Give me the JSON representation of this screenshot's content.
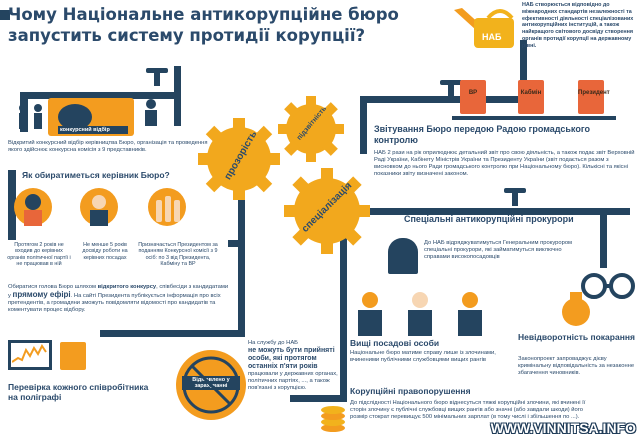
{
  "title": {
    "line1": "Чому Національне антикорупційне бюро",
    "line2": "запустить систему протидії корупції?"
  },
  "nab_caption": "НАБ створюється відповідно до міжнародних стандартів незалежності та ефективності діяльності спеціалізованих антикорупційних інституцій, а також найкращого світового досвіду створення органів протидії корупції на державному рівні.",
  "watering_can_label": "НАБ",
  "competition": {
    "screen_label": "конкурсний відбір",
    "text": "Відкритий конкурсний відбір керівництва Бюро, організація та проведення якого здійснює конкурсна комісія з 9 представників."
  },
  "director": {
    "heading": "Як обиратиметься керівник Бюро?",
    "criteria": [
      "Протягом 2 років не входив до керівних органів політичної партії і не працював в ній",
      "Не менше 5 років досвіду роботи на керівних посадах",
      "Призначається Президентом за поданням Конкурсної комісії з 9 осіб: по 3 від Президента, Кабміну та ВР"
    ],
    "text_before": "Обиратися голова Бюро шляхом ",
    "text_highlight1": "відкритого конкурсу",
    "text_mid": ", співбесіди з кандидатами у ",
    "text_highlight2": "прямому ефірі",
    "text_after": ". На сайті Президента публікується інформація про всіх претендентів, а громадяни зможуть повідомляти відомості про кандидатів та коментувати процес відбору."
  },
  "gears": {
    "transparency": "прозорість",
    "accountability": "підзвітність",
    "specialization": "спеціалізація"
  },
  "books": [
    "ВР",
    "Кабмін",
    "Президент"
  ],
  "report": {
    "heading": "Звітування Бюро передою Радою громадського контролю",
    "text": "НАБ 2 рази на рік оприлюднює детальний звіт про свою діяльність, а також подає звіт Верховній Раді України, Кабінету Міністрів України та Президенту України (звіт подається разом з висновком до нього Ради громадського контролю при Національному бюро). Кількісні та якісні показники звіту визначені законом."
  },
  "prosecutors": {
    "heading": "Спеціальні антикорупційні прокурори",
    "text": "До НАБ відряджуватимуться Генеральним прокурором спеціальні прокурори, які займатимуться виключно справами високопосадовців"
  },
  "officials": {
    "heading": "Вищі посадові особи",
    "text": "Національне бюро матиме справу лише із злочинами, вчиненими публічними службовцями вищих рангів"
  },
  "punishment": {
    "heading": "Невідворотність покарання",
    "text": "Законопроект запроваджує дієву кримінальну відповідальність за незаконне збагачення чиновників."
  },
  "hiring": {
    "prefix": "На службу до НАБ",
    "highlight": "не можуть бути прийняті особи, які протягом останніх п'яти років",
    "suffix": "працювали у державних органах, політичних партіях, ..., а також пов'язані з корупцією."
  },
  "polygraph": {
    "heading": "Перевірка кожного співробітника на поліграфі"
  },
  "stamp_label": "Відмовлено у зарахуванні",
  "crimes": {
    "heading": "Корупційні правопорушення",
    "text": "До підслідності Національного бюро віднесуться тяжкі корупційні злочини, які вчинені її сторін злочину є публічні службовці вищих рангів або значні (або завдали шкоди) його розмір стократ перевищує 500 мінімальних зарплат (в тому числі і збільшення по ...)."
  },
  "watermark": "WWW.VINNITSA.INFO",
  "colors": {
    "navy": "#24445f",
    "orange": "#f39c1f",
    "rust": "#e8663a",
    "gear": "#f2a81d"
  }
}
